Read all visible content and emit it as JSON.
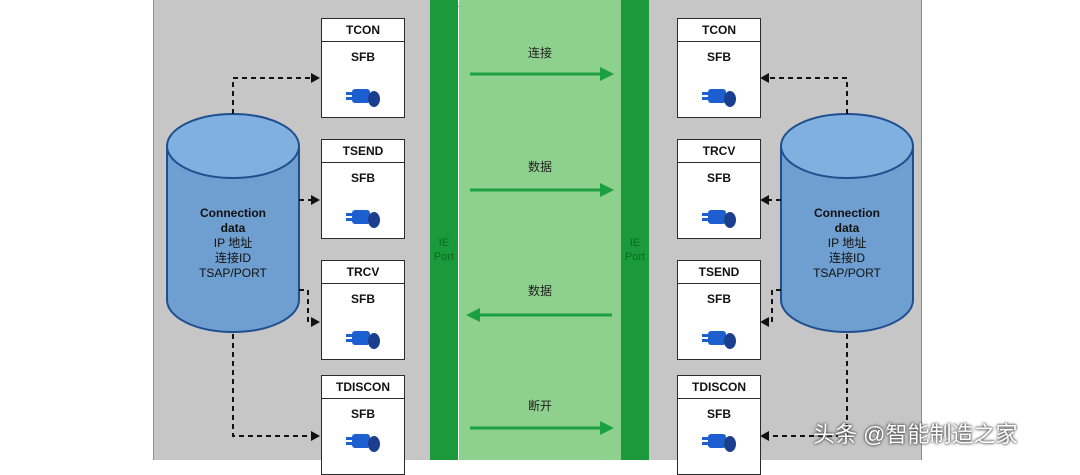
{
  "left_station": {
    "blocks": [
      {
        "title": "TCON",
        "sub": "SFB"
      },
      {
        "title": "TSEND",
        "sub": "SFB"
      },
      {
        "title": "TRCV",
        "sub": "SFB"
      },
      {
        "title": "TDISCON",
        "sub": "SFB"
      }
    ],
    "database": {
      "line1": "Connection",
      "line2": "data",
      "line3": "IP 地址",
      "line4": "连接ID",
      "line5": "TSAP/PORT"
    },
    "port_label": {
      "line1": "IE",
      "line2": "Port"
    }
  },
  "right_station": {
    "blocks": [
      {
        "title": "TCON",
        "sub": "SFB"
      },
      {
        "title": "TRCV",
        "sub": "SFB"
      },
      {
        "title": "TSEND",
        "sub": "SFB"
      },
      {
        "title": "TDISCON",
        "sub": "SFB"
      }
    ],
    "database": {
      "line1": "Connection",
      "line2": "data",
      "line3": "IP 地址",
      "line4": "连接ID",
      "line5": "TSAP/PORT"
    },
    "port_label": {
      "line1": "IE",
      "line2": "Port"
    }
  },
  "arrows": [
    {
      "label": "连接",
      "direction": "right"
    },
    {
      "label": "数据",
      "direction": "right"
    },
    {
      "label": "数据",
      "direction": "left"
    },
    {
      "label": "断开",
      "direction": "right"
    }
  ],
  "watermark": "头条 @智能制造之家",
  "colors": {
    "panel": "#c6c6c6",
    "network": "#8ed08e",
    "port": "#1a9a3a",
    "arrow": "#1aa040",
    "db_fill": "#6f9fd0",
    "block_icon": "#1e5fd0"
  }
}
